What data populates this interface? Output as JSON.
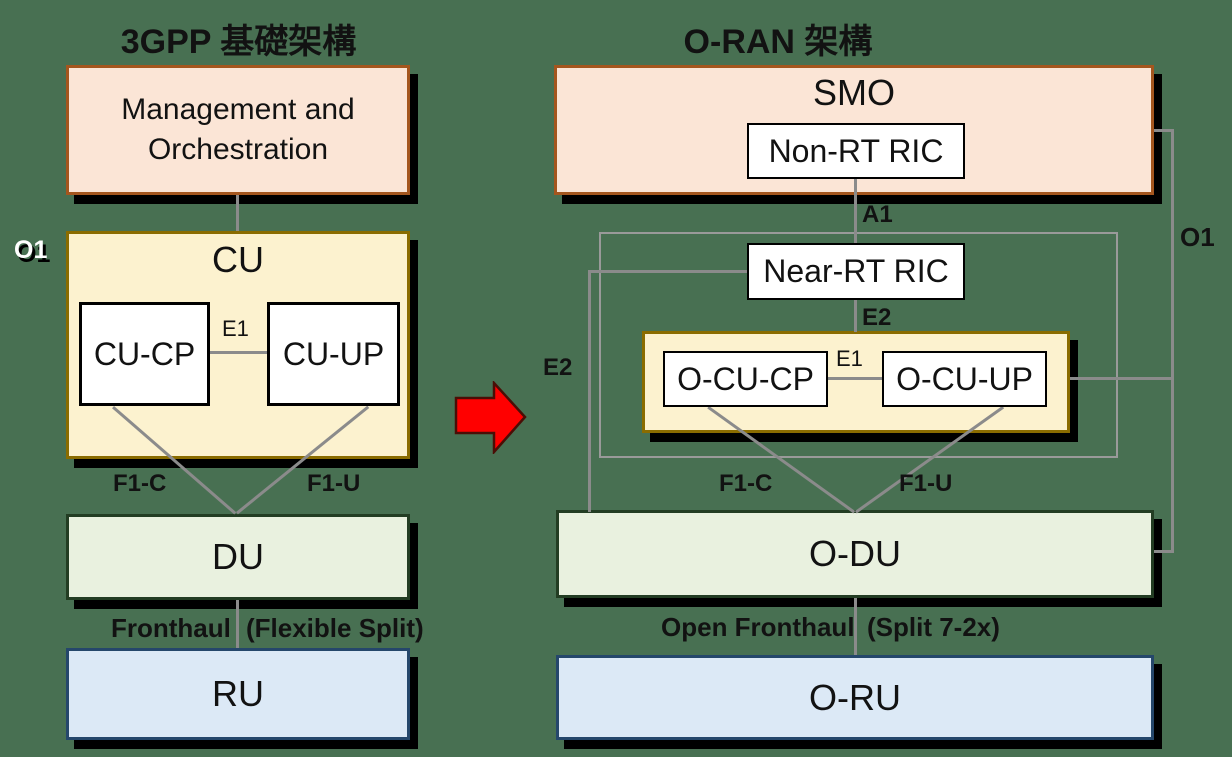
{
  "left": {
    "title": "3GPP 基礎架構",
    "o1_label": "O1",
    "mo_box_label": "Management and Orchestration",
    "cu_box_label": "CU",
    "cu_cp_label": "CU-CP",
    "cu_up_label": "CU-UP",
    "e1_label": "E1",
    "f1c_label": "F1-C",
    "f1u_label": "F1-U",
    "du_box_label": "DU",
    "fronthaul_label": "Fronthaul",
    "fronthaul_note": "(Flexible Split)",
    "ru_box_label": "RU"
  },
  "right": {
    "title": "O-RAN 架構",
    "smo_box_label": "SMO",
    "non_rt_ric_label": "Non-RT RIC",
    "a1_label": "A1",
    "near_rt_ric_label": "Near-RT RIC",
    "e2_mid_label": "E2",
    "e2_left_label": "E2",
    "o_cu_cp_label": "O-CU-CP",
    "o_cu_up_label": "O-CU-UP",
    "e1_label": "E1",
    "f1c_label": "F1-C",
    "f1u_label": "F1-U",
    "o_du_box_label": "O-DU",
    "fronthaul_label": "Open Fronthaul",
    "fronthaul_note": "(Split 7-2x)",
    "o_ru_box_label": "O-RU",
    "o1_label": "O1"
  },
  "icons": {
    "transform_arrow": "right-block-arrow"
  },
  "colors": {
    "background": "#487052",
    "pink_fill": "#FBE5D6",
    "pink_border": "#A4561E",
    "yellow_fill": "#FCF2CF",
    "yellow_border": "#8A6C00",
    "green_fill": "#E9F1DF",
    "green_border": "#233D23",
    "blue_fill": "#DCE9F6",
    "blue_border": "#25476B",
    "connector_gray": "#8B8B8B",
    "arrow_red": "#FF0000",
    "shadow_black": "#000000"
  }
}
